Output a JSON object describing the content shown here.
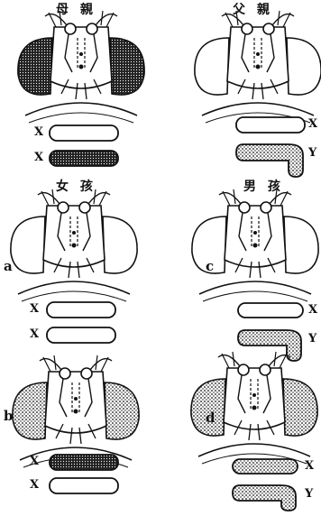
{
  "titles": {
    "mother": "母 親",
    "father": "父 親",
    "girls": "女 孩",
    "boys": "男 孩"
  },
  "panel_letters": {
    "a": "a",
    "b": "b",
    "c": "c",
    "d": "d"
  },
  "chromosome_labels": {
    "x": "X",
    "y": "Y"
  },
  "colors": {
    "ink": "#111111",
    "paper": "#ffffff"
  }
}
